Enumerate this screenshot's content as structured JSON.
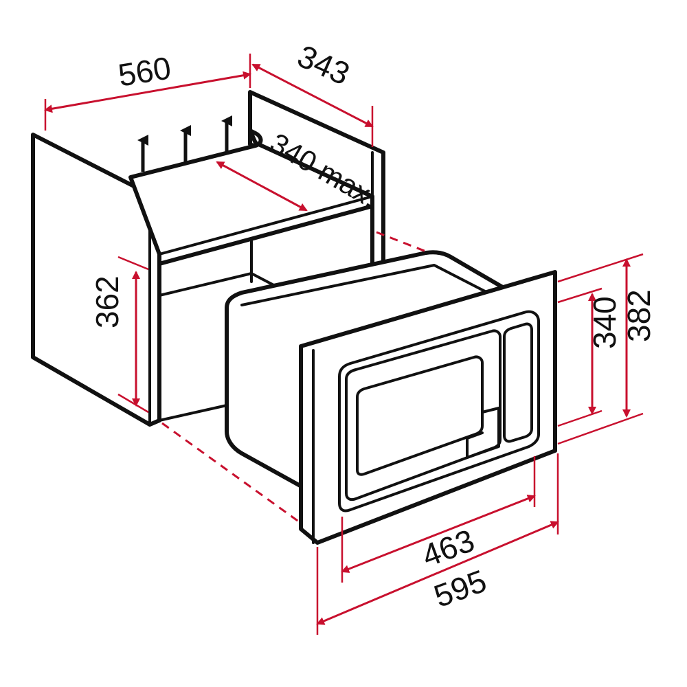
{
  "colors": {
    "dimension": "#c8102e",
    "outline": "#111111",
    "background": "#ffffff"
  },
  "labels": {
    "cabinet_width": "560",
    "cabinet_depth": "343",
    "opening_depth_max": "340 max.",
    "opening_height": "362",
    "oven_height_inner": "340",
    "oven_height_outer": "382",
    "oven_width_inner": "463",
    "oven_width_outer": "595"
  },
  "icons": [
    "ventilation-arrow-icon",
    "ventilation-arrow-icon",
    "ventilation-arrow-icon"
  ]
}
